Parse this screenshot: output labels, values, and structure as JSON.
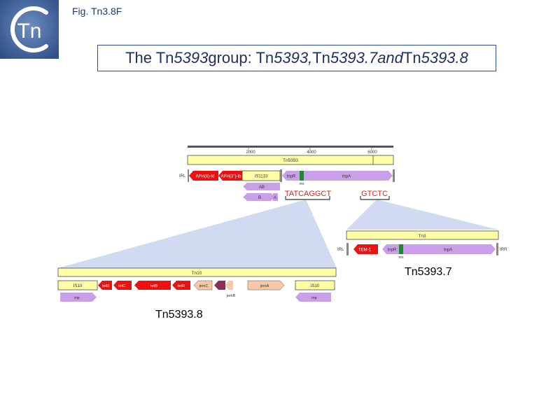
{
  "figure_label": "Fig. Tn3.8F",
  "logo": {
    "text": "Tn"
  },
  "title": {
    "p1": "The Tn",
    "p2": "5393",
    "p3": " group: Tn",
    "p4": "5393,",
    "p5": " Tn",
    "p6": "5393.7",
    "p7": " and",
    "p8": " Tn",
    "p9": "5393.8"
  },
  "tn5393": {
    "scale": {
      "ticks": [
        "2000",
        "4000",
        "6000"
      ]
    },
    "element_label": "Tn5393",
    "irl": "IRL",
    "genes": {
      "aph6": "APH(6)-Id",
      "aph3": "APH(3'')-Ib",
      "is1133": "IS1133",
      "tnpR": "tnpR",
      "tnpA": "tnpA",
      "res": "res",
      "ab": "AB",
      "b": "B",
      "a": "A"
    },
    "insertion_sites": {
      "site1": "TATCAGGCT",
      "site2": "GTCTC"
    }
  },
  "tn3": {
    "element_label": "Tn3",
    "irl": "IRL",
    "irr": "IRR",
    "genes": {
      "tem1": "TEM-1",
      "tnpR": "tnpR",
      "tnpA": "tnpA",
      "res": "res"
    },
    "caption": "Tn5393.7"
  },
  "tn10": {
    "element_label": "Tn10",
    "genes": {
      "is10_left": "IS10",
      "tetD": "tetD",
      "tetC": "tetC",
      "tetB": "tetB",
      "tetR": "tetR",
      "jemC": "jemC",
      "jemB": "jemB",
      "jemA": "jemA",
      "is10_right": "IS10",
      "tnp_left": "tnp",
      "tnp_right": "tnp"
    },
    "caption": "Tn5393.8"
  },
  "colors": {
    "element_bar": "#ffffa8",
    "resistance_gene": "#ee1111",
    "transposase": "#c9a0e8",
    "jem_gene": "#f7c8a8",
    "jemB_gene": "#8e2c5a",
    "res_site": "#1a8a2a",
    "insertion_highlight": "#d0daf0",
    "insertion_text": "#e0201a",
    "ruler": "#555555",
    "title_border": "#2f4f8f"
  }
}
